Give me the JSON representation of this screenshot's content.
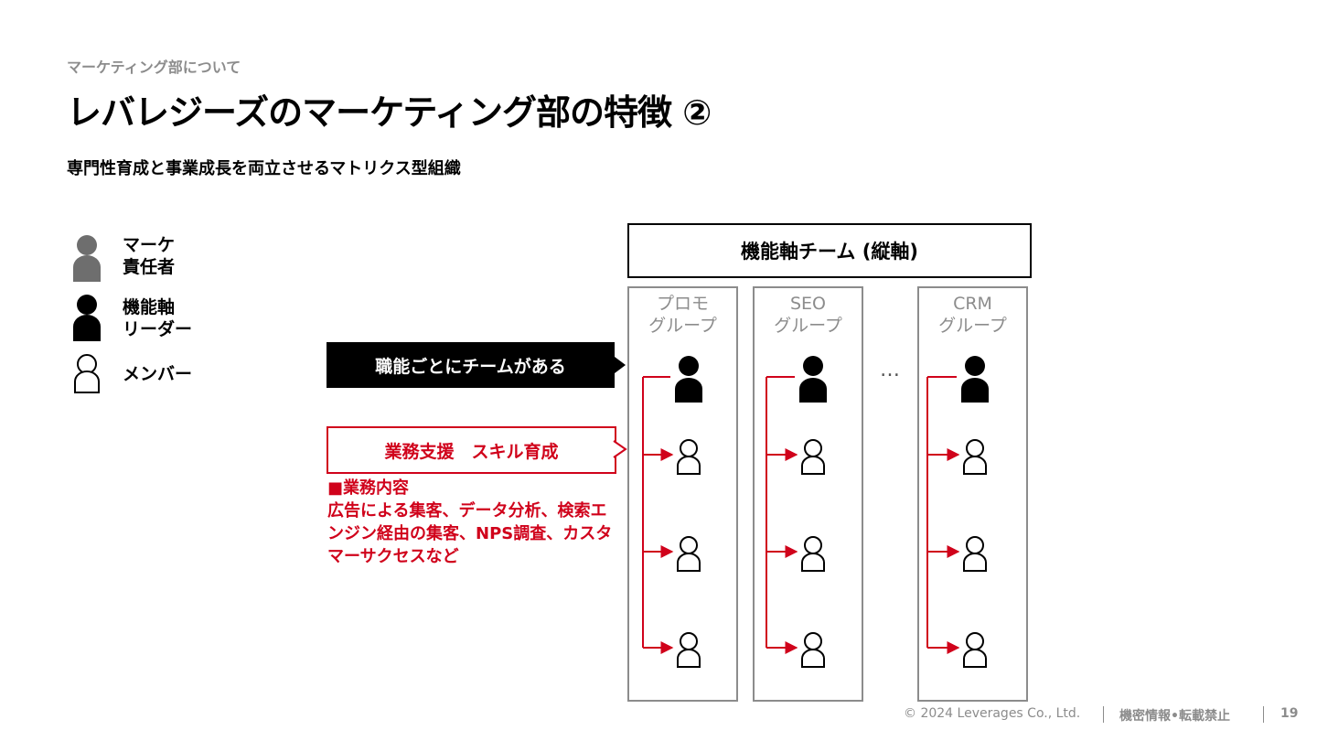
{
  "breadcrumb": "マーケティング部について",
  "title": "レバレジーズのマーケティング部の特徴 ②",
  "subtitle": "専門性育成と事業成長を両立させるマトリクス型組織",
  "legend": [
    {
      "label_line1": "マーケ",
      "label_line2": "責任者",
      "role": "manager",
      "color": "#6e6e6e"
    },
    {
      "label_line1": "機能軸",
      "label_line2": "リーダー",
      "role": "leader",
      "color": "#000000"
    },
    {
      "label_line1": "メンバー",
      "label_line2": "",
      "role": "member",
      "color": "#ffffff"
    }
  ],
  "callouts": {
    "black_box": "職能ごとにチームがある",
    "red_box": "業務支援　スキル育成",
    "red_note": "■業務内容\n広告による集客、データ分析、検索エンジン経由の集客、NPS調査、カスタマーサクセスなど"
  },
  "header": "機能軸チーム (縦軸)",
  "groups": [
    {
      "line1": "プロモ",
      "line2": "グループ"
    },
    {
      "line1": "SEO",
      "line2": "グループ"
    },
    {
      "line1": "CRM",
      "line2": "グループ"
    }
  ],
  "ellipsis": "…",
  "footer": {
    "copyright": "© 2024 Leverages Co., Ltd.",
    "confidential": "機密情報•転載禁止",
    "page": "19"
  },
  "colors": {
    "accent_red": "#d0021b",
    "gray": "#8c8c8c"
  }
}
